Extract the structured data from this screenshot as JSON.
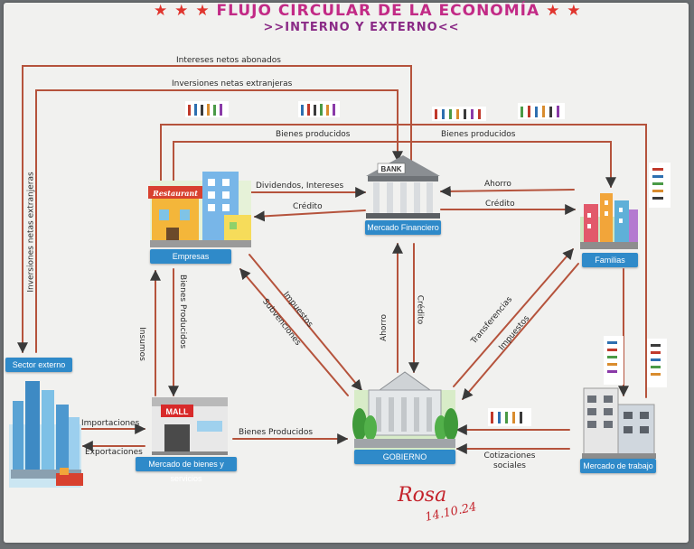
{
  "title": {
    "stars_left": "★ ★ ★",
    "text": "FLUJO CIRCULAR DE LA ECONOMÍA",
    "stars_right": "★ ★"
  },
  "subtitle": ">>INTERNO Y EXTERNO<<",
  "nodes": {
    "empresas": "Empresas",
    "financiero": "Mercado Financiero",
    "familias": "Familias",
    "sector_externo": "Sector externo",
    "bienes": "Mercado de bienes y servicios",
    "gobierno": "GOBIERNO",
    "trabajo": "Mercado de trabajo"
  },
  "building_signs": {
    "bank": "BANK",
    "restaurant": "Restaurant",
    "mall": "MALL"
  },
  "flows": {
    "intereses_abonados": "Intereses netos abonados",
    "inversiones_extranjeras_top": "Inversiones netas extranjeras",
    "inversiones_extranjeras_side": "Inversiones netas extranjeras",
    "bienes_producidos_left": "Bienes producidos",
    "bienes_producidos_right": "Bienes producidos",
    "dividendos": "Dividendos, Intereses",
    "credito_empresas": "Crédito",
    "ahorro_familias": "Ahorro",
    "credito_familias": "Crédito",
    "bienes_producidos_vertical": "Bienes Producidos",
    "insumos": "Insumos",
    "impuestos_empresas": "Impuestos",
    "subvenciones": "Subvenciones",
    "ahorro_gobierno": "Ahorro",
    "credito_gobierno": "Crédito",
    "transferencias": "Transferencias",
    "impuestos_familias": "Impuestos",
    "importaciones": "Importaciones",
    "exportaciones": "Exportaciones",
    "bienes_producidos_bottom": "Bienes Producidos",
    "cotizaciones": "Cotizaciones sociales"
  },
  "signature": {
    "mark": "Rosa",
    "date": "14.10.24"
  },
  "colors": {
    "arrow": "#b5533c",
    "label_bg": "#2f8ac9",
    "title": "#c22a86",
    "paper": "#f1f1ef"
  }
}
